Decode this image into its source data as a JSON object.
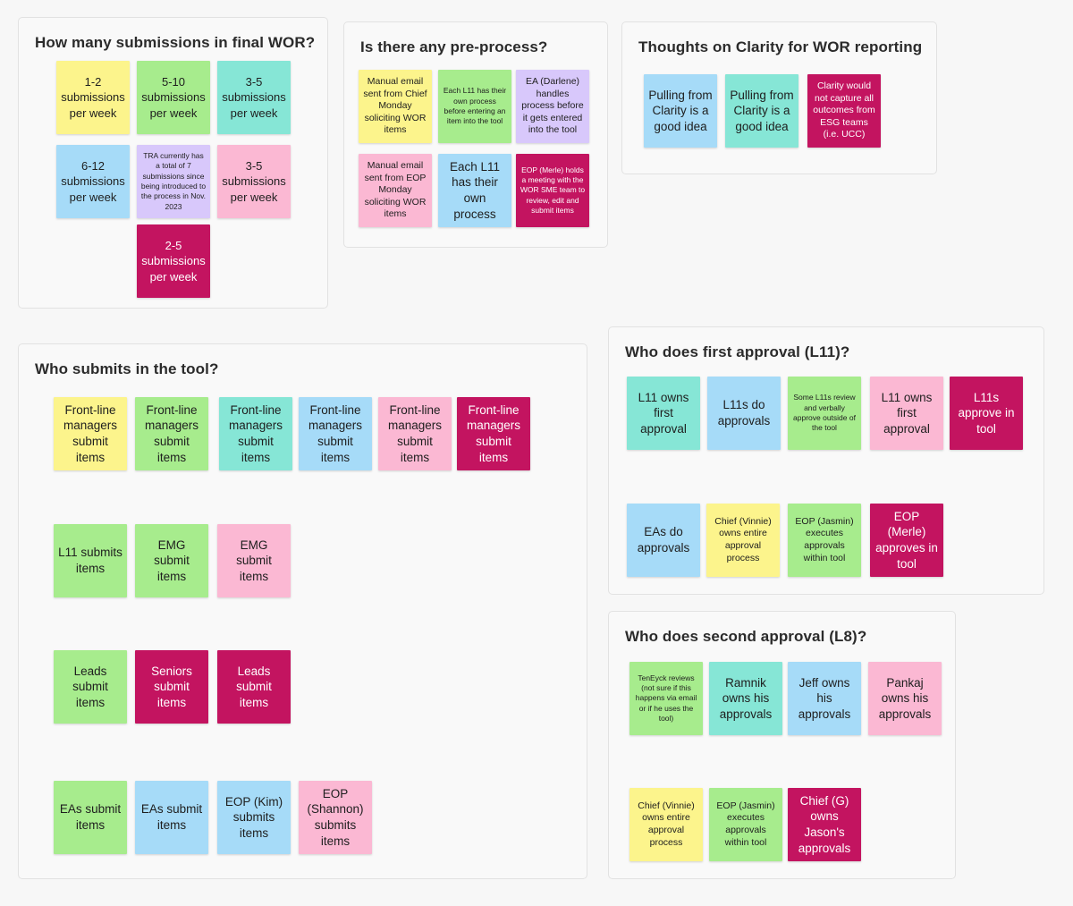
{
  "frames": {
    "submissions": {
      "title": "How many submissions in final WOR?",
      "notes": [
        {
          "text": "1-2 submissions per week",
          "color": "yellow"
        },
        {
          "text": "5-10 submissions per week",
          "color": "green"
        },
        {
          "text": "3-5 submissions per week",
          "color": "teal"
        },
        {
          "text": "6-12 submissions per week",
          "color": "blue"
        },
        {
          "text": "TRA currently has a total of 7 submissions since being introduced to the process in Nov. 2023",
          "color": "lilac"
        },
        {
          "text": "3-5 submissions per week",
          "color": "pink"
        },
        {
          "text": "2-5 submissions per week",
          "color": "magenta"
        }
      ]
    },
    "preprocess": {
      "title": "Is there any pre-process?",
      "notes": [
        {
          "text": "Manual email sent from Chief Monday soliciting WOR items",
          "color": "yellow"
        },
        {
          "text": "Each L11 has their own process before entering an item into the tool",
          "color": "green"
        },
        {
          "text": "EA (Darlene) handles process before it gets entered into the tool",
          "color": "lilac"
        },
        {
          "text": "Manual email sent from EOP Monday soliciting WOR items",
          "color": "pink"
        },
        {
          "text": "Each L11 has their own process",
          "color": "blue"
        },
        {
          "text": "EOP (Merle) holds a meeting with the WOR SME team to review, edit and submit items",
          "color": "magenta"
        }
      ]
    },
    "clarity": {
      "title": "Thoughts on Clarity for WOR reporting",
      "notes": [
        {
          "text": "Pulling from Clarity is a good idea",
          "color": "blue"
        },
        {
          "text": "Pulling from Clarity is a good idea",
          "color": "teal"
        },
        {
          "text": "Clarity would not capture all outcomes from ESG teams (i.e. UCC)",
          "color": "magenta"
        }
      ]
    },
    "submitters": {
      "title": "Who submits in the tool?",
      "notes": [
        {
          "text": "Front-line managers submit items",
          "color": "yellow"
        },
        {
          "text": "Front-line managers submit items",
          "color": "green"
        },
        {
          "text": "Front-line managers submit items",
          "color": "teal"
        },
        {
          "text": "Front-line managers submit items",
          "color": "blue"
        },
        {
          "text": "Front-line managers submit items",
          "color": "pink"
        },
        {
          "text": "Front-line managers submit items",
          "color": "magenta"
        },
        {
          "text": "L11 submits items",
          "color": "green"
        },
        {
          "text": "EMG submit items",
          "color": "green"
        },
        {
          "text": "EMG submit items",
          "color": "pink"
        },
        {
          "text": "Leads submit items",
          "color": "green"
        },
        {
          "text": "Seniors submit items",
          "color": "magenta"
        },
        {
          "text": "Leads submit items",
          "color": "magenta"
        },
        {
          "text": "EAs submit items",
          "color": "green"
        },
        {
          "text": "EAs submit items",
          "color": "blue"
        },
        {
          "text": "EOP (Kim) submits items",
          "color": "blue"
        },
        {
          "text": "EOP (Shannon) submits items",
          "color": "pink"
        }
      ]
    },
    "first_approval": {
      "title": "Who does first approval (L11)?",
      "notes": [
        {
          "text": "L11 owns first approval",
          "color": "teal"
        },
        {
          "text": "L11s do approvals",
          "color": "blue"
        },
        {
          "text": "Some L11s review and verbally approve outside of the tool",
          "color": "green"
        },
        {
          "text": "L11 owns first approval",
          "color": "pink"
        },
        {
          "text": "L11s approve in tool",
          "color": "magenta"
        },
        {
          "text": "EAs do approvals",
          "color": "blue"
        },
        {
          "text": "Chief (Vinnie) owns entire approval process",
          "color": "yellow"
        },
        {
          "text": "EOP (Jasmin) executes approvals within tool",
          "color": "green"
        },
        {
          "text": "EOP (Merle) approves in tool",
          "color": "magenta"
        }
      ]
    },
    "second_approval": {
      "title": "Who does second approval (L8)?",
      "notes": [
        {
          "text": "TenEyck reviews (not sure if this happens via email or if he uses the tool)",
          "color": "green"
        },
        {
          "text": "Ramnik owns his approvals",
          "color": "teal"
        },
        {
          "text": "Jeff owns his approvals",
          "color": "blue"
        },
        {
          "text": "Pankaj owns his approvals",
          "color": "pink"
        },
        {
          "text": "Chief (Vinnie) owns entire approval process",
          "color": "yellow"
        },
        {
          "text": "EOP (Jasmin) executes approvals within tool",
          "color": "green"
        },
        {
          "text": "Chief (G) owns Jason's approvals",
          "color": "magenta"
        }
      ]
    }
  }
}
